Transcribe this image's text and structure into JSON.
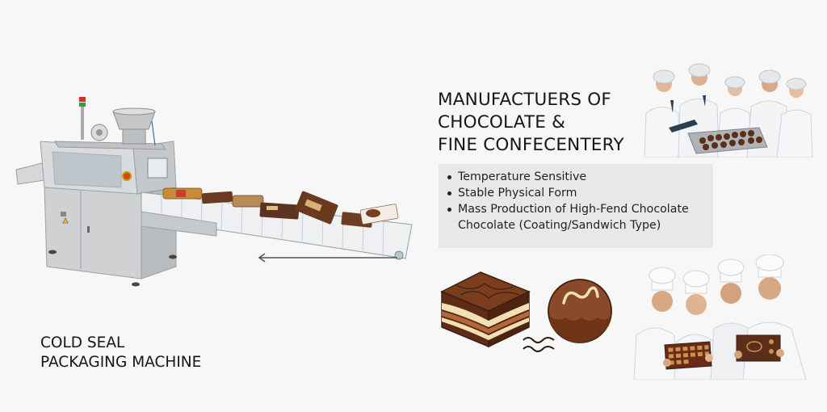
{
  "heading": {
    "lines": [
      "MANUFACTUERS OF",
      "CHOCOLATE &",
      "FINE CONFECENTERY"
    ]
  },
  "features": {
    "items": [
      "Temperature Sensitive",
      "Stable Physical Form",
      "Mass Production of High-Fend Chocolate"
    ],
    "continuation": "Chocolate (Coating/Sandwich Type)",
    "background": "#e8e8e8"
  },
  "machine": {
    "title_lines": [
      "COLD SEAL",
      "PACKAGING MACHINE"
    ],
    "body_color": "#c9cbcd"
  },
  "illustrations": {
    "packaging_machine": "packaging-machine-with-conveyor",
    "conveyor_arrow": "arrow-left",
    "layered_chocolate_cake": "chocolate-layer-cake-icon",
    "chocolate_truffle": "chocolate-truffle-icon",
    "wavy_lines": "wavy-lines-icon",
    "quality_team_photo": "lab-coat-team-inspecting-tray",
    "chefs_photo": "chefs-holding-chocolate-boxes"
  },
  "colors": {
    "chocolate_dark": "#5a2e1a",
    "chocolate_mid": "#8a4a2a",
    "cream": "#f1dfb5",
    "steel": "#c9cbcd",
    "text": "#161616"
  }
}
